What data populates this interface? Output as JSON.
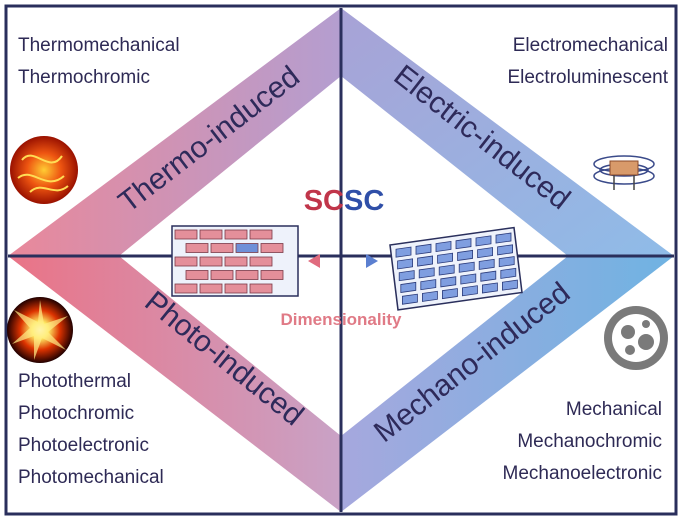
{
  "quadrants": {
    "thermo": {
      "band_label": "Thermo-induced",
      "properties": [
        "Thermomechanical",
        "Thermochromic"
      ],
      "icon": "fire-texture-icon"
    },
    "electric": {
      "band_label": "Electric-induced",
      "properties": [
        "Electromechanical",
        "Electroluminescent"
      ],
      "icon": "electric-coil-icon"
    },
    "photo": {
      "band_label": "Photo-induced",
      "properties": [
        "Photothermal",
        "Photochromic",
        "Photoelectronic",
        "Photomechanical"
      ],
      "icon": "light-burst-icon"
    },
    "mechano": {
      "band_label": "Mechano-induced",
      "properties": [
        "Mechanical",
        "Mechanochromic",
        "Mechanoelectronic"
      ],
      "icon": "gear-ring-icon"
    }
  },
  "center": {
    "title_part1": "SC",
    "title_part2": "SC",
    "subtitle": "Dimensionality"
  },
  "colors": {
    "frame": "#2a2f5c",
    "thermo": "#de8a9c",
    "photo": "#e26b80",
    "electric": "#97a9df",
    "mechano": "#6fb0e0",
    "title_red": "#c0354a",
    "title_blue": "#2f4fa8",
    "text": "#2e2a55"
  }
}
